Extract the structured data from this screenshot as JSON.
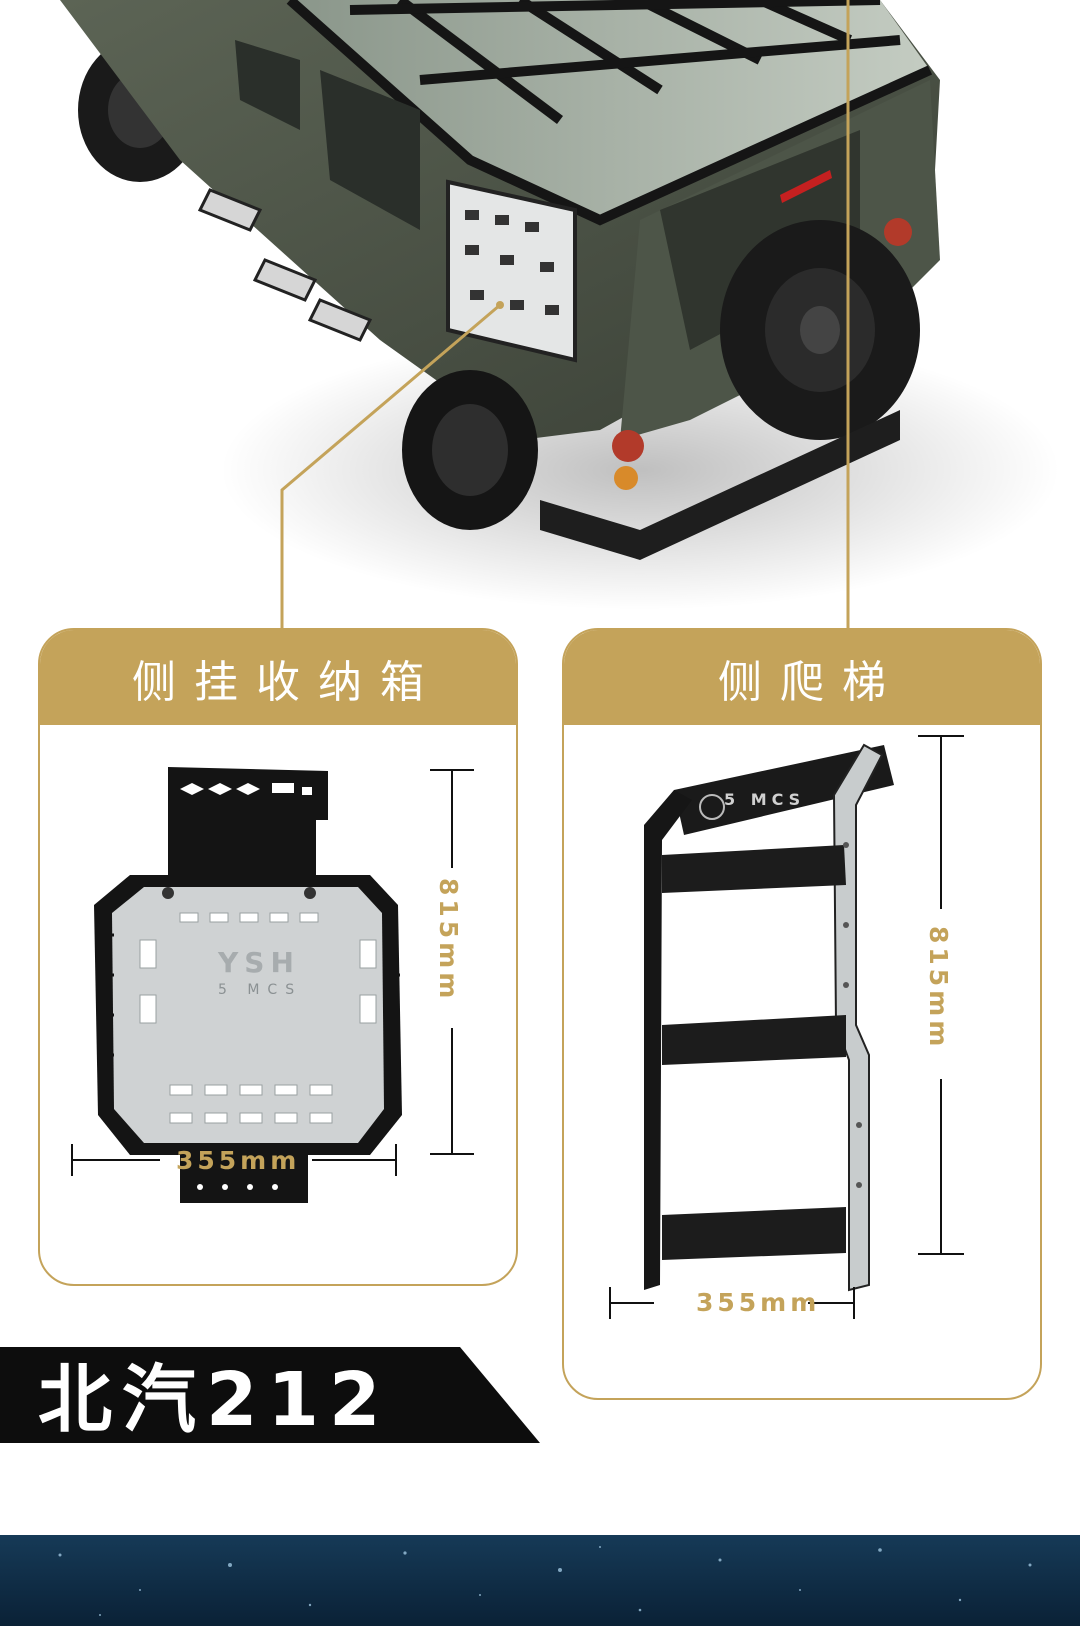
{
  "colors": {
    "gold": "#c4a35a",
    "vehicle_body": "#4a5244",
    "black": "#111111",
    "footer_blue": "#0f2f4a"
  },
  "cards": {
    "storage_box": {
      "title": "侧挂收纳箱",
      "height_label": "815mm",
      "width_label": "355mm",
      "plate_brand": "YSH",
      "plate_sub": "5 MCS"
    },
    "ladder": {
      "title": "侧爬梯",
      "height_label": "815mm",
      "width_label": "355mm",
      "plate_brand": "5 MCS"
    }
  },
  "model": {
    "name": "北汽212"
  }
}
